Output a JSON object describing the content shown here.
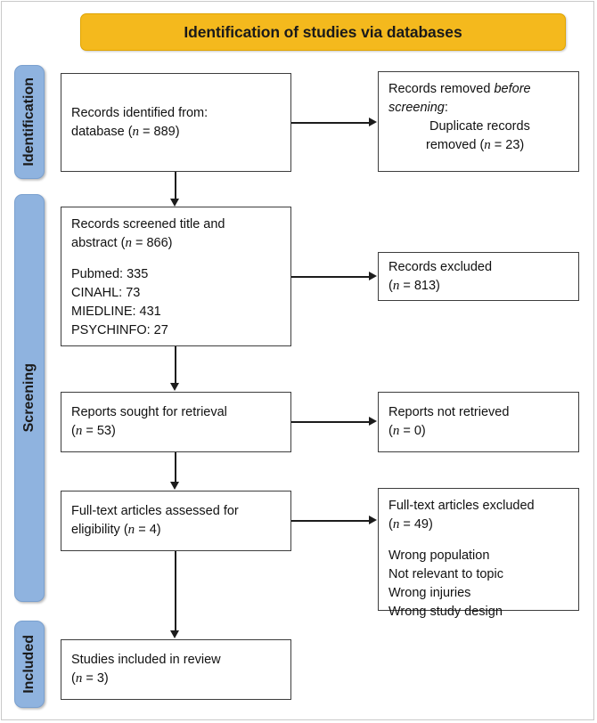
{
  "banner": {
    "title": "Identification of studies via databases"
  },
  "colors": {
    "banner_fill": "#F4B91D",
    "stage_bar_fill": "#8FB3DF",
    "box_border": "#3D3D3D",
    "connector": "#1C1C1C",
    "text": "#111111"
  },
  "stages": [
    {
      "id": "identification",
      "label": "Identification"
    },
    {
      "id": "screening",
      "label": "Screening"
    },
    {
      "id": "included",
      "label": "Included"
    }
  ],
  "boxes": {
    "identified": {
      "line1": "Records identified from:",
      "line2_prefix": "database (",
      "line2_n": "n",
      "line2_suffix": " = 889)"
    },
    "removed": {
      "line1_prefix": "Records removed ",
      "line1_em": "before",
      "line2_em": "screening",
      "line2_suffix": ":",
      "line3": "Duplicate records",
      "line4_prefix": "removed (",
      "line4_n": "n",
      "line4_suffix": " = 23)"
    },
    "screened": {
      "line1": "Records screened title and",
      "line2_prefix": "abstract (",
      "line2_n": "n",
      "line2_suffix": " = 866)",
      "sources": [
        "Pubmed: 335",
        "CINAHL: 73",
        "MIEDLINE: 431",
        "PSYCHINFO: 27"
      ]
    },
    "excluded": {
      "line1": "Records excluded",
      "line2_prefix": "(",
      "line2_n": "n",
      "line2_suffix": " = 813)"
    },
    "sought": {
      "line1": "Reports sought for retrieval",
      "line2_prefix": "(",
      "line2_n": "n",
      "line2_suffix": " = 53)"
    },
    "not_retrieved": {
      "line1": "Reports not retrieved",
      "line2_prefix": "(",
      "line2_n": "n",
      "line2_suffix": " = 0)"
    },
    "fulltext_assessed": {
      "line1": "Full-text articles assessed for",
      "line2_prefix": "eligibility (",
      "line2_n": "n",
      "line2_suffix": " = 4)"
    },
    "fulltext_excluded": {
      "line1": "Full-text articles excluded",
      "line2_prefix": "(",
      "line2_n": "n",
      "line2_suffix": " = 49)",
      "reasons": [
        "Wrong population",
        "Not relevant to topic",
        "Wrong injuries",
        "Wrong study design"
      ]
    },
    "studies_included": {
      "line1": "Studies included in review",
      "line2_prefix": "(",
      "line2_n": "n",
      "line2_suffix": " = 3)"
    }
  },
  "chart_data": {
    "type": "diagram",
    "title": "Identification of studies via databases",
    "diagram_kind": "PRISMA 2020 flow diagram",
    "nodes": [
      {
        "id": "identified",
        "stage": "Identification",
        "column": "left",
        "label": "Records identified from: database",
        "n": 889
      },
      {
        "id": "removed",
        "stage": "Identification",
        "column": "right",
        "label": "Records removed before screening: Duplicate records removed",
        "n": 23
      },
      {
        "id": "screened",
        "stage": "Screening",
        "column": "left",
        "label": "Records screened title and abstract",
        "n": 866,
        "breakdown": {
          "Pubmed": 335,
          "CINAHL": 73,
          "MIEDLINE": 431,
          "PSYCHINFO": 27
        }
      },
      {
        "id": "excluded",
        "stage": "Screening",
        "column": "right",
        "label": "Records excluded",
        "n": 813
      },
      {
        "id": "sought",
        "stage": "Screening",
        "column": "left",
        "label": "Reports sought for retrieval",
        "n": 53
      },
      {
        "id": "not_retrieved",
        "stage": "Screening",
        "column": "right",
        "label": "Reports not retrieved",
        "n": 0
      },
      {
        "id": "fulltext_assessed",
        "stage": "Screening",
        "column": "left",
        "label": "Full-text articles assessed for eligibility",
        "n": 4
      },
      {
        "id": "fulltext_excluded",
        "stage": "Screening",
        "column": "right",
        "label": "Full-text articles excluded",
        "n": 49,
        "reasons": [
          "Wrong population",
          "Not relevant to topic",
          "Wrong injuries",
          "Wrong study design"
        ]
      },
      {
        "id": "studies_included",
        "stage": "Included",
        "column": "left",
        "label": "Studies included in review",
        "n": 3
      }
    ],
    "edges": [
      {
        "from": "identified",
        "to": "removed",
        "direction": "right"
      },
      {
        "from": "identified",
        "to": "screened",
        "direction": "down"
      },
      {
        "from": "screened",
        "to": "excluded",
        "direction": "right"
      },
      {
        "from": "screened",
        "to": "sought",
        "direction": "down"
      },
      {
        "from": "sought",
        "to": "not_retrieved",
        "direction": "right"
      },
      {
        "from": "sought",
        "to": "fulltext_assessed",
        "direction": "down"
      },
      {
        "from": "fulltext_assessed",
        "to": "fulltext_excluded",
        "direction": "right"
      },
      {
        "from": "fulltext_assessed",
        "to": "studies_included",
        "direction": "down"
      }
    ]
  }
}
